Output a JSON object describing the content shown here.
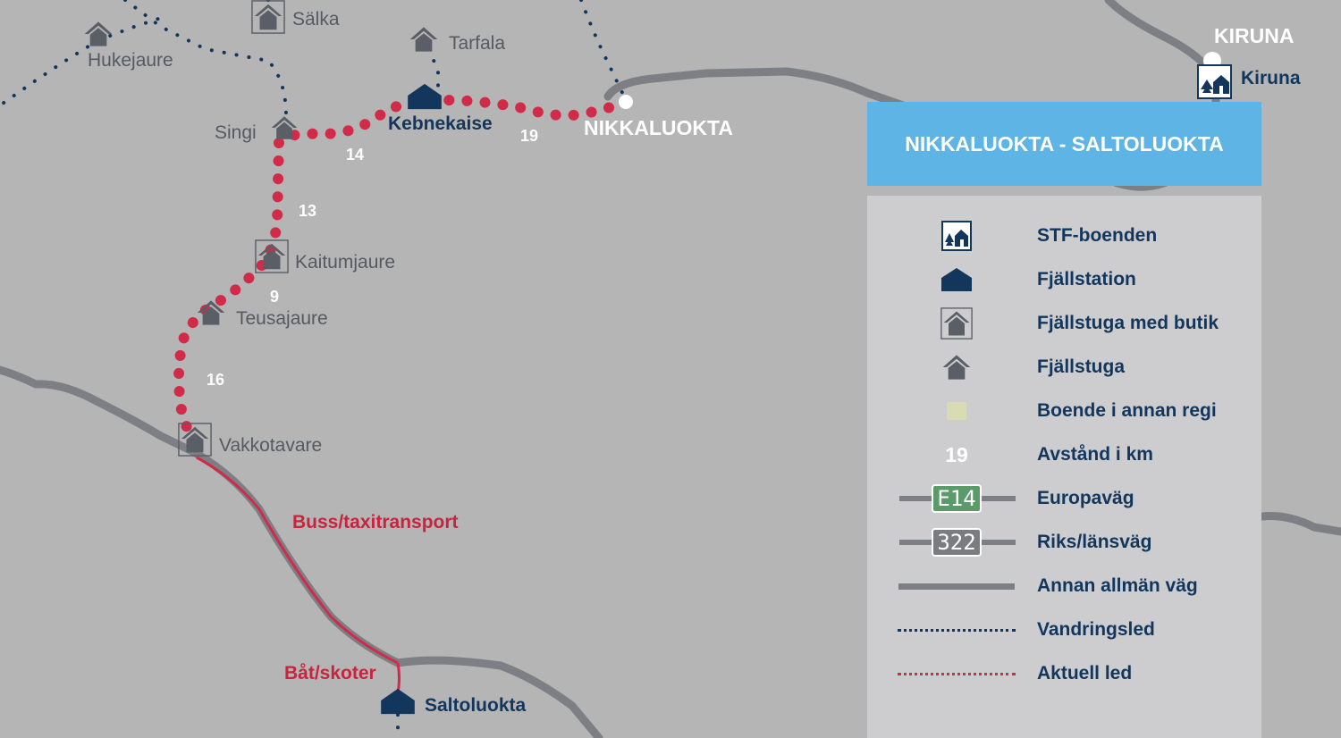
{
  "map": {
    "places": {
      "salka": "Sälka",
      "hukejaure": "Hukejaure",
      "tarfala": "Tarfala",
      "singi": "Singi",
      "kebnekaise": "Kebnekaise",
      "nikkaluokta": "NIKKALUOKTA",
      "kaitumjaure": "Kaitumjaure",
      "teusajaure": "Teusajaure",
      "vakkotavare": "Vakkotavare",
      "saltoluokta": "Saltoluokta",
      "kiruna_city": "KIRUNA",
      "kiruna_stf": "Kiruna"
    },
    "distances": {
      "kebnekaise_nikkaluokta": "19",
      "singi_kebnekaise": "14",
      "kaitumjaure_singi": "13",
      "teusajaure_kaitumjaure": "9",
      "vakkotavare_teusajaure": "16"
    },
    "transport": {
      "bus_taxi": "Buss/taxitransport",
      "boat_snowmobile": "Båt/skoter"
    }
  },
  "title": "NIKKALUOKTA - SALTOLUOKTA",
  "legend": {
    "items": [
      {
        "label": "STF-boenden",
        "icon": "stf-lodging-icon"
      },
      {
        "label": "Fjällstation",
        "icon": "mountain-station-icon"
      },
      {
        "label": "Fjällstuga med butik",
        "icon": "mountain-hut-shop-icon"
      },
      {
        "label": "Fjällstuga",
        "icon": "mountain-hut-icon"
      },
      {
        "label": "Boende i annan regi",
        "icon": "other-lodging-icon"
      },
      {
        "label": "Avstånd i km",
        "symbol": "19"
      },
      {
        "label": "Europaväg",
        "symbol": "E14"
      },
      {
        "label": "Riks/länsväg",
        "symbol": "322"
      },
      {
        "label": "Annan allmän väg"
      },
      {
        "label": "Vandringsled"
      },
      {
        "label": "Aktuell led"
      }
    ]
  },
  "colors": {
    "background": "#b5b5b5",
    "road": "#7d7f84",
    "trail_blue": "#12365c",
    "current_trail_red": "#d02b49",
    "title_box": "#5eb4e4",
    "legend_bg": "#cdcdcf",
    "hut_gray": "#5a5e66",
    "station_navy": "#12365c",
    "europe_road_green": "#5b9a69",
    "national_road_gray": "#7a7c80"
  }
}
